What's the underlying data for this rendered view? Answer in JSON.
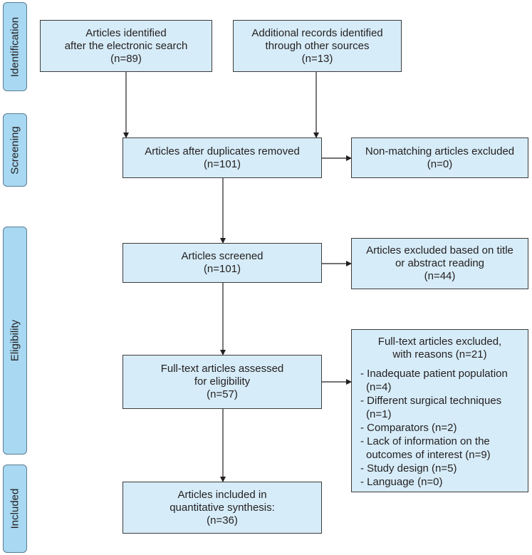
{
  "phases": {
    "identification": "Identification",
    "screening": "Screening",
    "eligibility": "Eligibility",
    "included": "Included"
  },
  "boxes": {
    "identified_search": [
      "Articles identified",
      "after the electronic search",
      "(n=89)"
    ],
    "identified_other": [
      "Additional records identified",
      "through other sources",
      "(n=13)"
    ],
    "duplicates_removed": [
      "Articles after duplicates removed",
      "(n=101)"
    ],
    "non_matching_excluded": [
      "Non-matching articles excluded",
      "(n=0)"
    ],
    "screened": [
      "Articles screened",
      "(n=101)"
    ],
    "excluded_title_abstract": [
      "Articles excluded based on title",
      "or abstract reading",
      "(n=44)"
    ],
    "fulltext_assessed": [
      "Full-text articles assessed",
      "for eligibility",
      "(n=57)"
    ],
    "included_synthesis": [
      "Articles included in",
      "quantitative synthesis:",
      "(n=36)"
    ]
  },
  "fulltext_excluded": {
    "header": [
      "Full-text articles excluded,",
      "with reasons (n=21)"
    ],
    "reasons": [
      "- Inadequate patient population",
      "  (n=4)",
      "- Different surgical techniques",
      "  (n=1)",
      "- Comparators (n=2)",
      "- Lack of information on the",
      "  outcomes of interest (n=9)",
      "- Study design (n=5)",
      "- Language (n=0)"
    ]
  },
  "colors": {
    "box_fill": "#d6ecf8",
    "phase_fill": "#a8d8f2",
    "line": "#231f20"
  }
}
